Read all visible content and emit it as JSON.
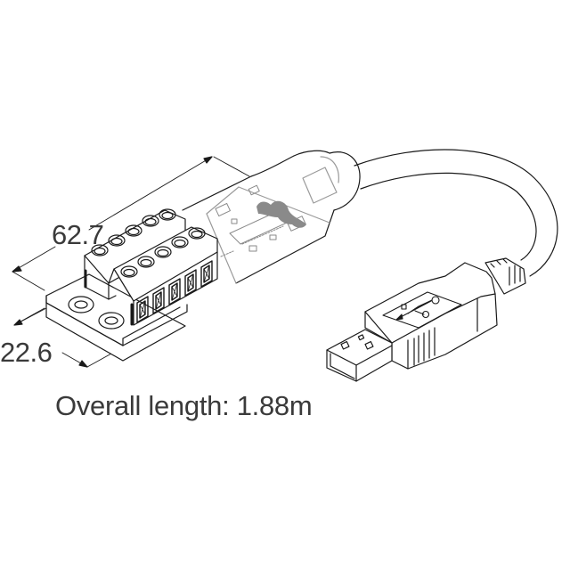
{
  "figure": {
    "subject": "USB to terminal block adapter cable",
    "dimensions": {
      "length_label": "62.7",
      "width_label": "22.6"
    },
    "caption": "Overall length: 1.88m",
    "parts": {
      "terminal_block": {
        "positions_per_row": 5,
        "rows": 2
      },
      "mounting_holes": 2,
      "connector": "USB Type-A plug",
      "usb_symbol": "usb-trident-icon"
    },
    "colors": {
      "line": "#1a1a1a",
      "text": "#3a3a3a",
      "pcb_line": "#9a9a9a",
      "component_fill": "#8a8a8a",
      "background": "#ffffff"
    }
  }
}
